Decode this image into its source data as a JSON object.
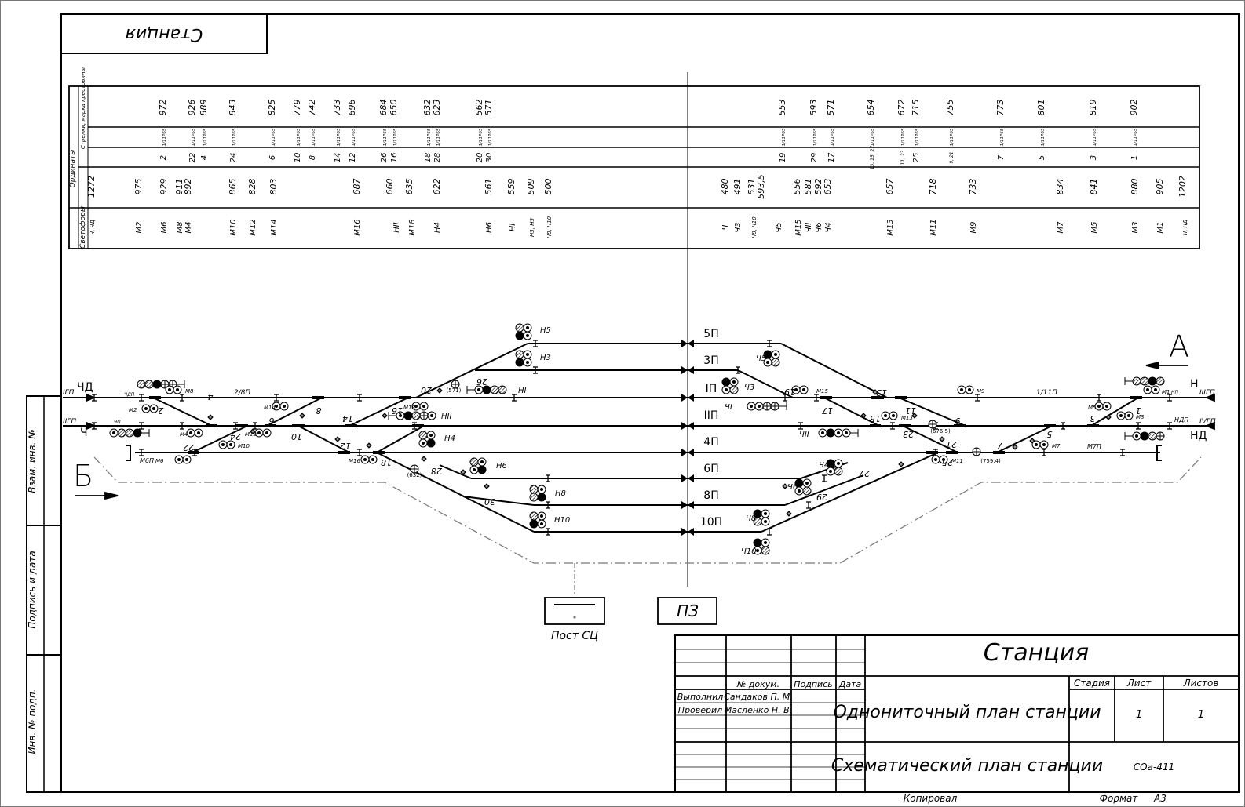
{
  "stamp_top": "Станция",
  "left_strip": [
    "Взам. инв. №",
    "Подпись и дата",
    "Инв. № подп."
  ],
  "table": {
    "row_labels": [
      "Стрелки, марка крестовины",
      "Ординаты",
      "Светофоры"
    ],
    "row1_left": [
      "972",
      "926",
      "889",
      "843",
      "825",
      "779",
      "742",
      "733",
      "696",
      "684",
      "650",
      "632",
      "623",
      "562",
      "571"
    ],
    "row1_right": [
      "553",
      "593",
      "571",
      "654",
      "672",
      "715",
      "755",
      "773",
      "801",
      "819",
      "902"
    ],
    "row2_mark": "1/11Р65",
    "row3_left": [
      "2",
      "22",
      "4",
      "24",
      "6",
      "10",
      "8",
      "14",
      "12",
      "26",
      "16",
      "18",
      "28",
      "20",
      "30"
    ],
    "row3_right": [
      "19",
      "29",
      "17",
      "13, 15, 27",
      "11, 23",
      "25",
      "9, 21",
      "7",
      "5",
      "3",
      "1"
    ],
    "row4_left": [
      "1272",
      "975",
      "929",
      "911",
      "892",
      "865",
      "828",
      "803",
      "687",
      "660",
      "635",
      "622",
      "561",
      "559",
      "509",
      "500"
    ],
    "row4_right": [
      "480",
      "491",
      "531",
      "593,5",
      "556",
      "581",
      "592",
      "653",
      "657",
      "718",
      "733",
      "834",
      "841",
      "880",
      "905",
      "1202"
    ],
    "row5_left": [
      "Ч, ЧД",
      "М2",
      "М6",
      "М8",
      "М4",
      "М10",
      "М12",
      "М14",
      "М16",
      "НII",
      "М18",
      "Н4",
      "Н6",
      "НI",
      "Н3, Н5",
      "Н8, Н10"
    ],
    "row5_right": [
      "Ч",
      "Ч3",
      "Ч8, Ч10",
      "Ч5",
      "М15",
      "ЧII",
      "Ч6",
      "Ч4",
      "М13",
      "М11",
      "М9",
      "М7",
      "М5",
      "М3",
      "М1",
      "Н, НД"
    ]
  },
  "tracks": [
    "5П",
    "3П",
    "IП",
    "IIП",
    "4П",
    "6П",
    "8П",
    "10П"
  ],
  "main_lines": {
    "left": [
      "IГП",
      "IIГП"
    ],
    "right": [
      "IIIГП",
      "IVГП"
    ],
    "left_track": "2/8П",
    "right_track": "1/11П",
    "right_small": "НДП",
    "m6p": "М6П",
    "m7p": "М7П"
  },
  "signals": [
    "ЧД",
    "Ч",
    "Н",
    "НД",
    "Н5",
    "Н3",
    "НI",
    "НII",
    "Н4",
    "Н6",
    "Н8",
    "Н10",
    "Ч5",
    "Ч3",
    "ЧI",
    "ЧII",
    "Ч4",
    "Ч6",
    "Ч8",
    "Ч10",
    "М1",
    "М2",
    "М3",
    "М4",
    "М5",
    "М6",
    "М7",
    "М8",
    "М9",
    "М10",
    "М11",
    "М12",
    "М13",
    "М14",
    "М15",
    "М16",
    "М18",
    "ЧДП",
    "ЧП",
    "НП"
  ],
  "switches_left": [
    "2",
    "4",
    "22",
    "24",
    "6",
    "8",
    "10",
    "12",
    "14",
    "16",
    "18",
    "20",
    "26",
    "28",
    "30"
  ],
  "switches_right": [
    "1",
    "3",
    "5",
    "7",
    "9",
    "11",
    "13",
    "15",
    "17",
    "19",
    "21",
    "23",
    "25",
    "27",
    "29"
  ],
  "junctions": [
    "(571)",
    "(632)",
    "(676.5)",
    "(759.4)"
  ],
  "directions": {
    "a": "А",
    "b": "Б"
  },
  "post_sc": "Пост СЦ",
  "pz": "ПЗ",
  "title_block": {
    "title": "Станция",
    "doc_no": "№ докум.",
    "sign": "Подпись",
    "date": "Дата",
    "performed": "Выполнил",
    "performed_name": "Сандаков П. М.",
    "checked": "Проверил",
    "checked_name": "Масленко Н. В.",
    "sheet_name1": "Однониточный план станции",
    "sheet_name2": "Схематический план станции",
    "stage": "Стадия",
    "sheet": "Лист",
    "sheets": "Листов",
    "sheet_no": "1",
    "sheets_no": "1",
    "code": "СОа-411"
  },
  "footer": {
    "copied": "Копировал",
    "format_label": "Формат",
    "format": "А3"
  }
}
